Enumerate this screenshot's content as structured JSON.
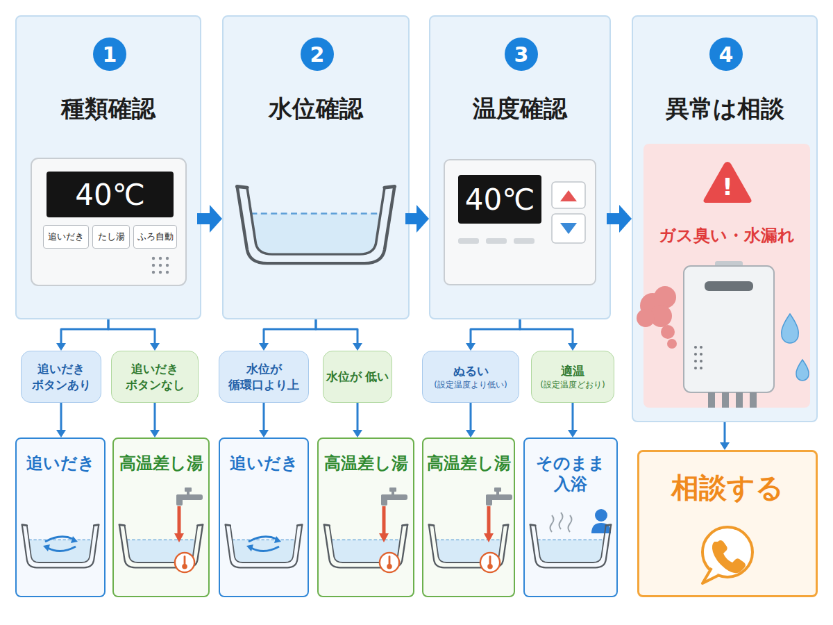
{
  "diagram": {
    "nodes": [
      {
        "text": [
          "種類確認"
        ]
      },
      {
        "text": [
          "1"
        ],
        "in": 0
      },
      {
        "text": [
          "40℃"
        ],
        "in": 0
      },
      {
        "text": [
          "追いだき"
        ],
        "in": 0
      },
      {
        "text": [
          "たし湯"
        ],
        "in": 0
      },
      {
        "text": [
          "ふろ自動"
        ],
        "in": 0
      },
      {
        "text": [
          "水位確認"
        ]
      },
      {
        "text": [
          "2"
        ],
        "in": 6
      },
      {
        "text": [
          "温度確認"
        ]
      },
      {
        "text": [
          "3"
        ],
        "in": 8
      },
      {
        "text": [
          "40℃"
        ],
        "in": 8
      },
      {
        "text": [
          "異常は相談"
        ]
      },
      {
        "text": [
          "4"
        ],
        "in": 11
      },
      {
        "text": [
          "ガス臭い・水漏れ"
        ],
        "in": 11
      },
      {
        "text": [
          "!"
        ],
        "in": 13
      },
      {
        "text": [
          "追いだき ボタンあり"
        ]
      },
      {
        "text": [
          "追いだき ボタンなし"
        ]
      },
      {
        "text": [
          "水位が 循環口より上"
        ]
      },
      {
        "text": [
          "水位が 低い"
        ]
      },
      {
        "text": [
          "ぬるい",
          "(設定温度より低い)"
        ]
      },
      {
        "text": [
          "適温",
          "(設定温度どおり)"
        ]
      },
      {
        "text": [
          "追いだき"
        ]
      },
      {
        "text": [
          "高温差し湯"
        ]
      },
      {
        "text": [
          "追いだき"
        ]
      },
      {
        "text": [
          "高温差し湯"
        ]
      },
      {
        "text": [
          "高温差し湯"
        ]
      },
      {
        "text": [
          "そのまま 入浴"
        ]
      },
      {
        "text": [
          "相談する"
        ]
      }
    ],
    "edges": [
      {
        "from": 0,
        "to": 6,
        "arrow": "to"
      },
      {
        "from": 6,
        "to": 8,
        "arrow": "to"
      },
      {
        "from": 8,
        "to": 11,
        "arrow": "to"
      },
      {
        "from": 0,
        "to": 15,
        "arrow": "to"
      },
      {
        "from": 0,
        "to": 16,
        "arrow": "to"
      },
      {
        "from": 6,
        "to": 17,
        "arrow": "to"
      },
      {
        "from": 6,
        "to": 18,
        "arrow": "to"
      },
      {
        "from": 8,
        "to": 19,
        "arrow": "to"
      },
      {
        "from": 8,
        "to": 20,
        "arrow": "to"
      },
      {
        "from": 15,
        "to": 21,
        "arrow": "to"
      },
      {
        "from": 16,
        "to": 22,
        "arrow": "to"
      },
      {
        "from": 17,
        "to": 23,
        "arrow": "to"
      },
      {
        "from": 18,
        "to": 24,
        "arrow": "to"
      },
      {
        "from": 19,
        "to": 25,
        "arrow": "to"
      },
      {
        "from": 20,
        "to": 26,
        "arrow": "to"
      },
      {
        "from": 11,
        "to": 27,
        "arrow": "to"
      }
    ]
  }
}
